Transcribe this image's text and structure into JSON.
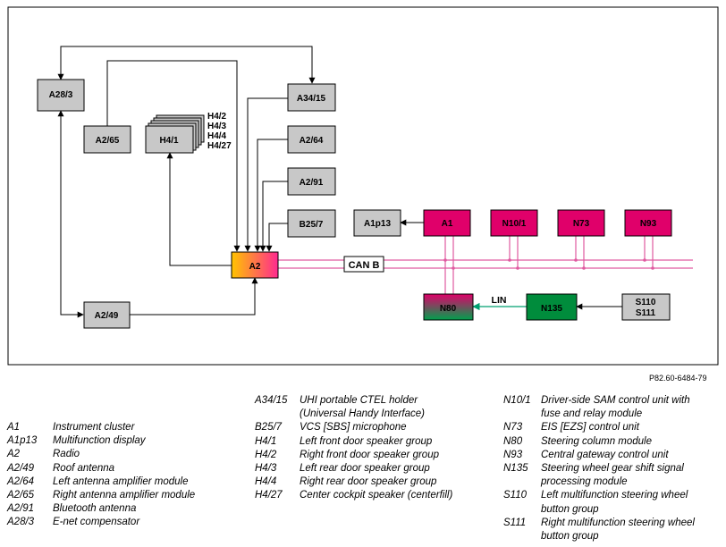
{
  "diagram": {
    "components": {
      "a28_3": "A28/3",
      "a2_65": "A2/65",
      "h4_1": "H4/1",
      "a34_15": "A34/15",
      "a2_64": "A2/64",
      "a2_91": "A2/91",
      "b25_7": "B25/7",
      "a2": "A2",
      "a2_49": "A2/49",
      "a1p13": "A1p13",
      "a1": "A1",
      "n10_1": "N10/1",
      "n73": "N73",
      "n93": "N93",
      "n80": "N80",
      "n135": "N135",
      "s110": "S110",
      "s111": "S111"
    },
    "speaker_stack_labels": [
      "H4/2",
      "H4/3",
      "H4/4",
      "H4/27"
    ],
    "bus_labels": {
      "can": "CAN B",
      "lin": "LIN"
    },
    "colors": {
      "grey_box": "#c8c8c8",
      "magenta_box": "#e0006a",
      "green_box": "#008c3c",
      "can_line": "#e05aa0",
      "lin_line": "#00a070",
      "a2_gradient": [
        "#ffc400",
        "#ff2a90"
      ],
      "n80_gradient": [
        "#e0006a",
        "#00a04e"
      ]
    }
  },
  "figure_id": "P82.60-6484-79",
  "legend": {
    "col1": [
      {
        "code": "A1",
        "desc": "Instrument cluster"
      },
      {
        "code": "A1p13",
        "desc": "Multifunction display"
      },
      {
        "code": "A2",
        "desc": "Radio"
      },
      {
        "code": "A2/49",
        "desc": "Roof antenna"
      },
      {
        "code": "A2/64",
        "desc": "Left antenna amplifier module"
      },
      {
        "code": "A2/65",
        "desc": "Right antenna amplifier module"
      },
      {
        "code": "A2/91",
        "desc": "Bluetooth antenna"
      },
      {
        "code": "A28/3",
        "desc": "E-net compensator"
      }
    ],
    "col2": [
      {
        "code": "A34/15",
        "desc": "UHI portable CTEL holder",
        "desc2": "(Universal Handy Interface)"
      },
      {
        "code": "B25/7",
        "desc": "VCS [SBS] microphone"
      },
      {
        "code": "H4/1",
        "desc": "Left front door speaker group"
      },
      {
        "code": "H4/2",
        "desc": "Right front door speaker group"
      },
      {
        "code": "H4/3",
        "desc": "Left rear door speaker group"
      },
      {
        "code": "H4/4",
        "desc": "Right rear door speaker group"
      },
      {
        "code": "H4/27",
        "desc": "Center cockpit speaker (centerfill)"
      }
    ],
    "col3": [
      {
        "code": "N10/1",
        "desc": "Driver-side SAM control unit with",
        "desc2": "fuse and relay module"
      },
      {
        "code": "N73",
        "desc": "EIS [EZS] control unit"
      },
      {
        "code": "N80",
        "desc": "Steering column module"
      },
      {
        "code": "N93",
        "desc": "Central gateway control unit"
      },
      {
        "code": "N135",
        "desc": "Steering wheel gear shift signal",
        "desc2": "processing module"
      },
      {
        "code": "S110",
        "desc": "Left multifunction steering wheel",
        "desc2": "button group"
      },
      {
        "code": "S111",
        "desc": "Right multifunction steering wheel",
        "desc2": "button group"
      }
    ]
  }
}
